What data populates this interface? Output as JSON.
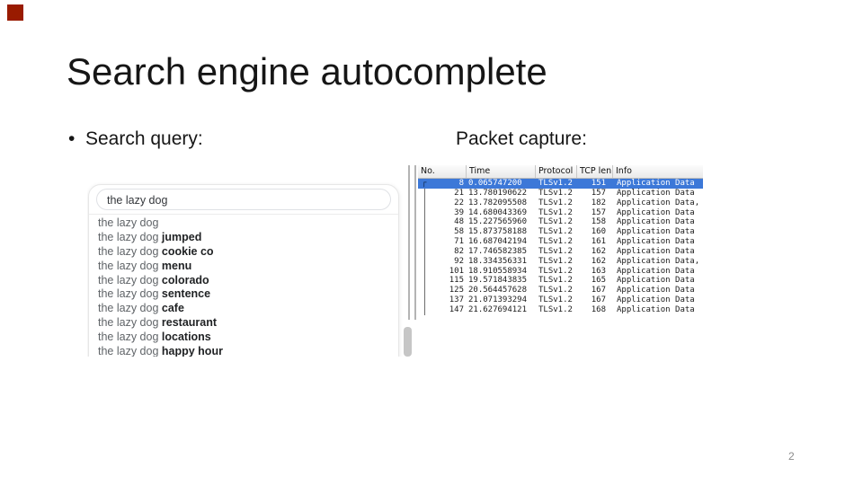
{
  "slide": {
    "title": "Search engine autocomplete",
    "bullet": "•",
    "left_label": "Search query:",
    "right_label": "Packet capture:",
    "page_number": "2"
  },
  "colors": {
    "accent_red": "#991b00",
    "selection_blue": "#3c78d8"
  },
  "autocomplete": {
    "input_value": "the lazy dog",
    "suggestions": [
      {
        "prefix": "the lazy dog",
        "suffix": ""
      },
      {
        "prefix": "the lazy dog",
        "suffix": "jumped"
      },
      {
        "prefix": "the lazy dog",
        "suffix": "cookie co"
      },
      {
        "prefix": "the lazy dog",
        "suffix": "menu"
      },
      {
        "prefix": "the lazy dog",
        "suffix": "colorado"
      },
      {
        "prefix": "the lazy dog",
        "suffix": "sentence"
      },
      {
        "prefix": "the lazy dog",
        "suffix": "cafe"
      },
      {
        "prefix": "the lazy dog",
        "suffix": "restaurant"
      },
      {
        "prefix": "the lazy dog",
        "suffix": "locations"
      },
      {
        "prefix": "the lazy dog",
        "suffix": "happy hour"
      }
    ]
  },
  "packet_capture": {
    "columns": [
      "No.",
      "Time",
      "Protocol",
      "TCP len",
      "Info"
    ],
    "conversation_start_marker": "┌",
    "rows": [
      {
        "no": "8",
        "time": "0.065747200",
        "protocol": "TLSv1.2",
        "len": "151",
        "info": "Application Data",
        "selected": true
      },
      {
        "no": "21",
        "time": "13.780190622",
        "protocol": "TLSv1.2",
        "len": "157",
        "info": "Application Data",
        "selected": false
      },
      {
        "no": "22",
        "time": "13.782095508",
        "protocol": "TLSv1.2",
        "len": "182",
        "info": "Application Data,",
        "selected": false
      },
      {
        "no": "39",
        "time": "14.680043369",
        "protocol": "TLSv1.2",
        "len": "157",
        "info": "Application Data",
        "selected": false
      },
      {
        "no": "48",
        "time": "15.227565960",
        "protocol": "TLSv1.2",
        "len": "158",
        "info": "Application Data",
        "selected": false
      },
      {
        "no": "58",
        "time": "15.873758188",
        "protocol": "TLSv1.2",
        "len": "160",
        "info": "Application Data",
        "selected": false
      },
      {
        "no": "71",
        "time": "16.687042194",
        "protocol": "TLSv1.2",
        "len": "161",
        "info": "Application Data",
        "selected": false
      },
      {
        "no": "82",
        "time": "17.746582385",
        "protocol": "TLSv1.2",
        "len": "162",
        "info": "Application Data",
        "selected": false
      },
      {
        "no": "92",
        "time": "18.334356331",
        "protocol": "TLSv1.2",
        "len": "162",
        "info": "Application Data,",
        "selected": false
      },
      {
        "no": "101",
        "time": "18.910558934",
        "protocol": "TLSv1.2",
        "len": "163",
        "info": "Application Data",
        "selected": false
      },
      {
        "no": "115",
        "time": "19.571843835",
        "protocol": "TLSv1.2",
        "len": "165",
        "info": "Application Data",
        "selected": false
      },
      {
        "no": "125",
        "time": "20.564457628",
        "protocol": "TLSv1.2",
        "len": "167",
        "info": "Application Data",
        "selected": false
      },
      {
        "no": "137",
        "time": "21.071393294",
        "protocol": "TLSv1.2",
        "len": "167",
        "info": "Application Data",
        "selected": false
      },
      {
        "no": "147",
        "time": "21.627694121",
        "protocol": "TLSv1.2",
        "len": "168",
        "info": "Application Data",
        "selected": false
      }
    ]
  }
}
